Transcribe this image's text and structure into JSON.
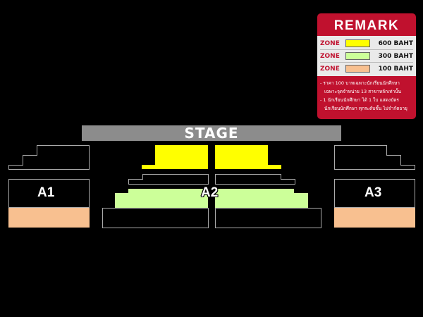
{
  "stage": {
    "label": "STAGE"
  },
  "zones": {
    "a1": "A1",
    "a2": "A2",
    "a3": "A3"
  },
  "remark": {
    "title": "REMARK",
    "prices": [
      {
        "zone": "ZONE",
        "price": "600 BAHT",
        "color": "#ffff00"
      },
      {
        "zone": "ZONE",
        "price": "300 BAHT",
        "color": "#ccff99"
      },
      {
        "zone": "ZONE",
        "price": "100 BAHT",
        "color": "#f8c090"
      }
    ],
    "notes": [
      "- ราคา 100 บาทเฉพาะนักเรียนนักศึกษา",
      "  เฉพาะจุดจำหน่าย 13 สาขาหลักเท่านั้น",
      "- 1 นักเรียนนักศึกษา ได้ 1 ใบ แสดงบัตร",
      "  นักเรียนนักศึกษา ทุกระดับชั้น ไม่จำกัดอายุ"
    ]
  }
}
